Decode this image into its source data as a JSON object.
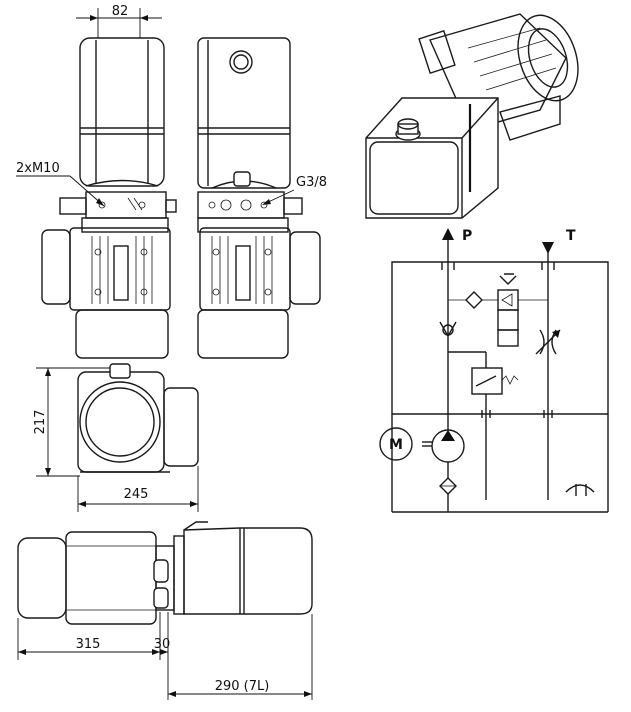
{
  "dimensions": {
    "top_width": "82",
    "thread_callout": "2xM10",
    "port_callout": "G3/8",
    "height": "217",
    "base_width": "245",
    "motor_length": "315",
    "flange_gap": "30",
    "tank_length": "290 (7L)"
  },
  "schematic": {
    "pressure_port": "P",
    "tank_port": "T",
    "motor_symbol": "M"
  }
}
